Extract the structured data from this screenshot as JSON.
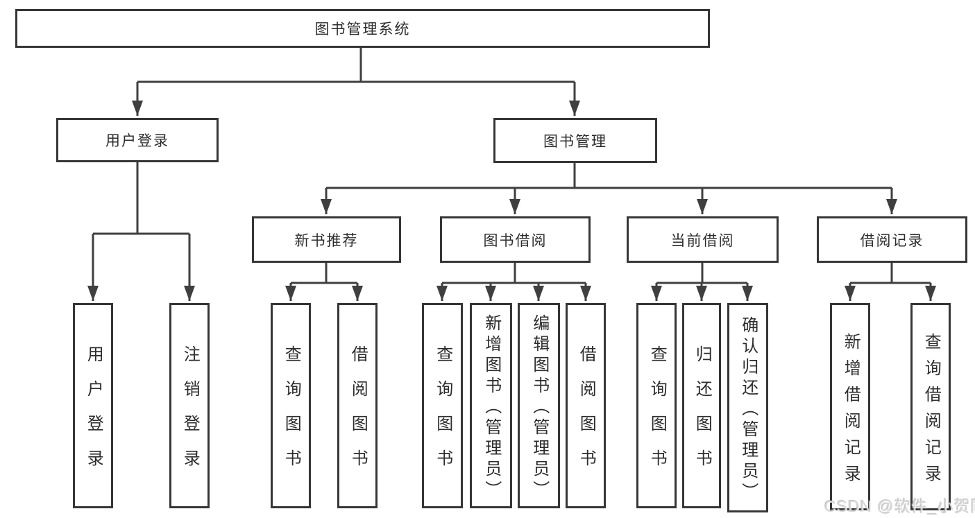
{
  "root": {
    "label": "图书管理系统"
  },
  "user_login": {
    "label": "用户登录",
    "children": [
      {
        "label": "用户登录"
      },
      {
        "label": "注销登录"
      }
    ]
  },
  "book_management": {
    "label": "图书管理",
    "sections": [
      {
        "label": "新书推荐",
        "children": [
          {
            "label": "查询图书"
          },
          {
            "label": "借阅图书"
          }
        ]
      },
      {
        "label": "图书借阅",
        "children": [
          {
            "label": "查询图书"
          },
          {
            "label": "新增图书（管理员）"
          },
          {
            "label": "编辑图书（管理员）"
          },
          {
            "label": "借阅图书"
          }
        ]
      },
      {
        "label": "当前借阅",
        "children": [
          {
            "label": "查询图书"
          },
          {
            "label": "归还图书"
          },
          {
            "label": "确认归还（管理员）"
          }
        ]
      },
      {
        "label": "借阅记录",
        "children": [
          {
            "label": "新增借阅记录"
          },
          {
            "label": "查询借阅记录"
          }
        ]
      }
    ]
  },
  "watermark": {
    "text": "CSDN @软件_小贺同学"
  },
  "colors": {
    "line": "#3f3f3f",
    "border": "#363636",
    "text": "#2d2d2d",
    "background": "#ffffff",
    "watermark": "#d5d5d5"
  }
}
